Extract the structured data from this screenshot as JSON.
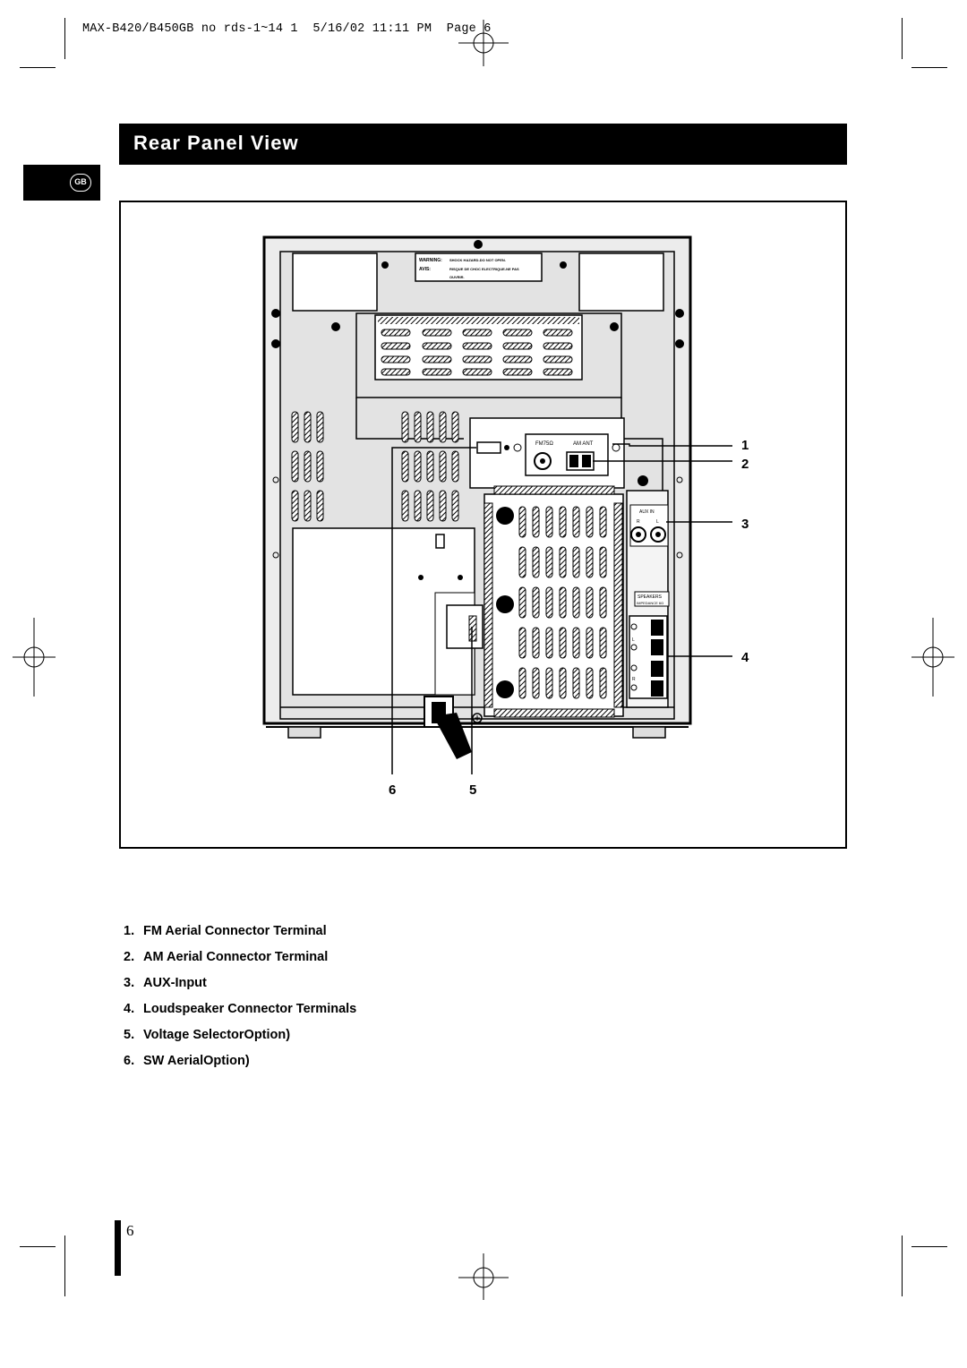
{
  "print_header": "MAX-B420/B450GB no rds-1~14 1  5/16/02 11:11 PM  Page 6",
  "section_title": "Rear Panel View",
  "language_badge": "GB",
  "panel_labels": {
    "warning_label": "WARNING:",
    "warning_text": "SHOCK HAZARD-DO NOT OPEN.",
    "avis_label": "AVIS:",
    "avis_text": "RISQUE DE CHOC ELECTRIQUE-NE PAS",
    "avis_text_2": "OUVRIR.",
    "fm_label": "FM75Ω",
    "am_label": "AM ANT",
    "aux_label": "AUX IN",
    "aux_r": "R",
    "aux_l": "L",
    "speakers_label": "SPEAKERS",
    "impedance_label": "IMPEDANCE 6Ω",
    "spk_l": "L",
    "spk_r": "R"
  },
  "callouts": {
    "c1": "1",
    "c2": "2",
    "c3": "3",
    "c4": "4",
    "c5": "5",
    "c6": "6"
  },
  "legend": [
    {
      "num": "1.",
      "label": "FM Aerial Connector Terminal"
    },
    {
      "num": "2.",
      "label": "AM Aerial Connector Terminal"
    },
    {
      "num": "3.",
      "label": "AUX-Input"
    },
    {
      "num": "4.",
      "label": "Loudspeaker Connector Terminals"
    },
    {
      "num": "5.",
      "label": "Voltage SelectorOption)"
    },
    {
      "num": "6.",
      "label": "SW AerialOption)"
    }
  ],
  "page_number": "6"
}
